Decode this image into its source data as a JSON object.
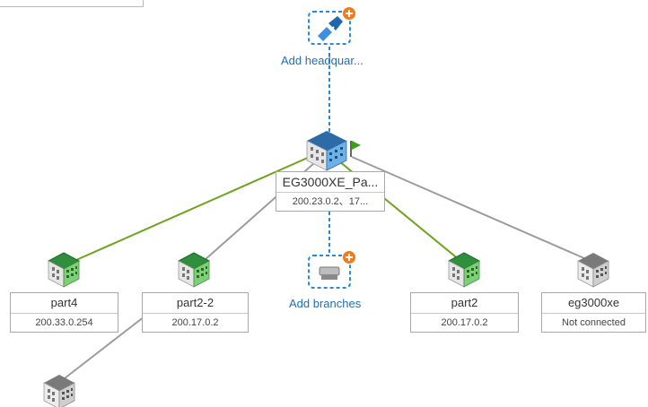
{
  "add_headquarters": {
    "label": "Add headquar..."
  },
  "add_branches": {
    "label": "Add branches"
  },
  "colors": {
    "online_link": "#6ea31c",
    "offline_link": "#9c9c9c",
    "dashed": "#2a8ad6",
    "plus_badge": "#f07d1a",
    "flag": "#3aa314"
  },
  "headquarters": {
    "name": "EG3000XE_Pa...",
    "ip": "200.23.0.2、17...",
    "icon": "hq-building-icon",
    "flag_icon": "flag-icon"
  },
  "branches": [
    {
      "name": "part4",
      "ip": "200.33.0.254",
      "status": "online",
      "icon": "building-icon"
    },
    {
      "name": "part2-2",
      "ip": "200.17.0.2",
      "status": "offline",
      "icon": "building-icon"
    },
    {
      "name": "part2",
      "ip": "200.17.0.2",
      "status": "online",
      "icon": "building-icon"
    },
    {
      "name": "eg3000xe",
      "ip": "Not connected",
      "status": "disconnected",
      "icon": "building-icon"
    }
  ]
}
